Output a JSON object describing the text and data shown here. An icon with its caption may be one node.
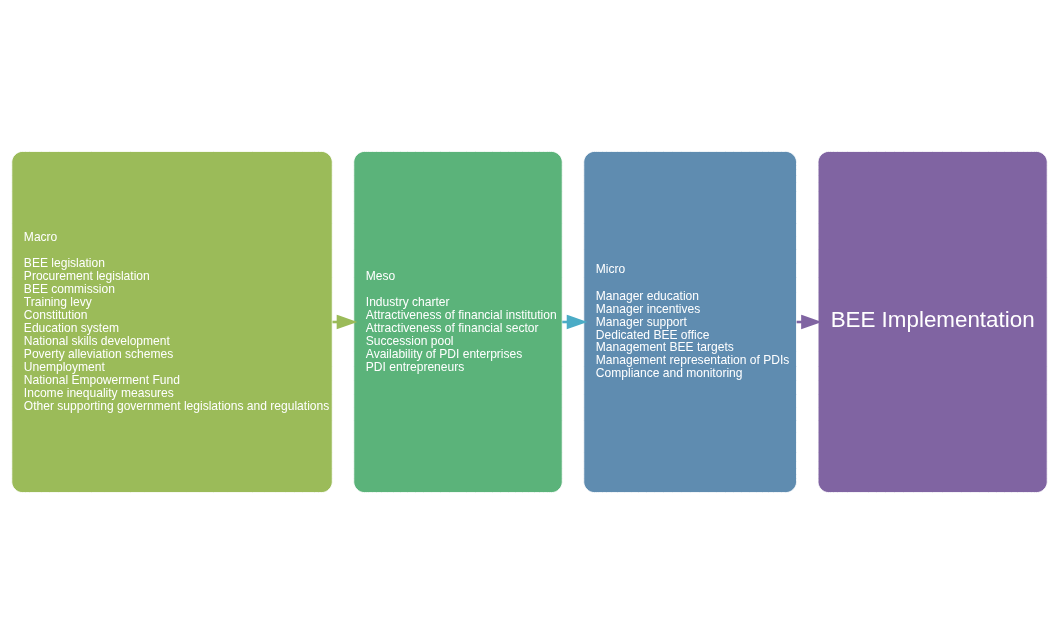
{
  "diagram": {
    "nodes": [
      {
        "text": [
          "Macro",
          "BEE legislation",
          "Procurement legislation",
          "BEE commission",
          "Training levy",
          "Constitution",
          "Education system",
          "National skills development",
          "Poverty alleviation schemes",
          "Unemployment",
          "National Empowerment Fund",
          "Income inequality measures",
          "Other supporting government legislations and regulations"
        ]
      },
      {
        "text": [
          "Meso",
          "Industry charter",
          "Attractiveness of financial institution",
          "Attractiveness of financial sector",
          "Succession pool",
          "Availability of PDI enterprises",
          "PDI entrepreneurs"
        ]
      },
      {
        "text": [
          "Micro",
          "Manager education",
          "Manager incentives",
          "Manager support",
          "Dedicated BEE office",
          "Management BEE targets",
          "Management representation of PDIs",
          "Compliance and monitoring"
        ]
      },
      {
        "text": [
          "BEE Implementation"
        ]
      }
    ],
    "edges": [
      {
        "from": 0,
        "to": 1,
        "arrow": "to",
        "color": "#9bbb59"
      },
      {
        "from": 1,
        "to": 2,
        "arrow": "to",
        "color": "#4bacc6"
      },
      {
        "from": 2,
        "to": 3,
        "arrow": "to",
        "color": "#8064a2"
      }
    ]
  }
}
